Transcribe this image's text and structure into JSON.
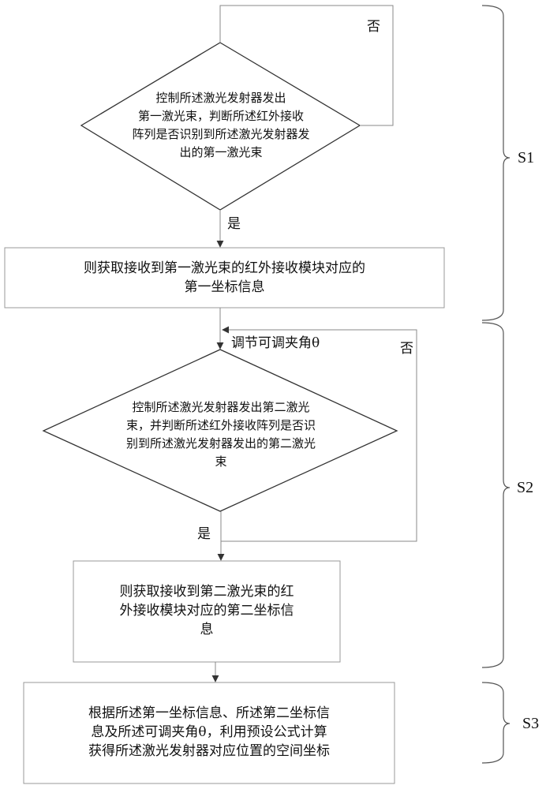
{
  "steps": [
    {
      "label": "S1"
    },
    {
      "label": "S2"
    },
    {
      "label": "S3"
    }
  ],
  "nodes": {
    "decision1": {
      "lines": "控制所述激光发射器发出\n第一激光束，判断所述红外接收\n阵列是否识别到所述激光发射器发\n出的第一激光束"
    },
    "process1": {
      "lines": "则获取接收到第一激光束的红外接收模块对应的\n第一坐标信息"
    },
    "decision2": {
      "lines": "控制所述激光发射器发出第二激光\n束，并判断所述红外接收阵列是否识\n别到所述激光发射器发出的第二激光\n束"
    },
    "process2": {
      "lines": "则获取接收到第二激光束的红\n外接收模块对应的第二坐标信\n息"
    },
    "process3": {
      "lines": "根据所述第一坐标信息、所述第二坐标信\n息及所述可调夹角θ，利用预设公式计算\n获得所述激光发射器对应位置的空间坐标"
    }
  },
  "edge_labels": {
    "d1_no": "否",
    "d1_yes": "是",
    "d2_adjust": "调节可调夹角θ",
    "d2_no": "否",
    "d2_yes": "是"
  },
  "colors": {
    "stroke": "#333333",
    "box_border": "#999999",
    "loop_line": "#888888"
  }
}
